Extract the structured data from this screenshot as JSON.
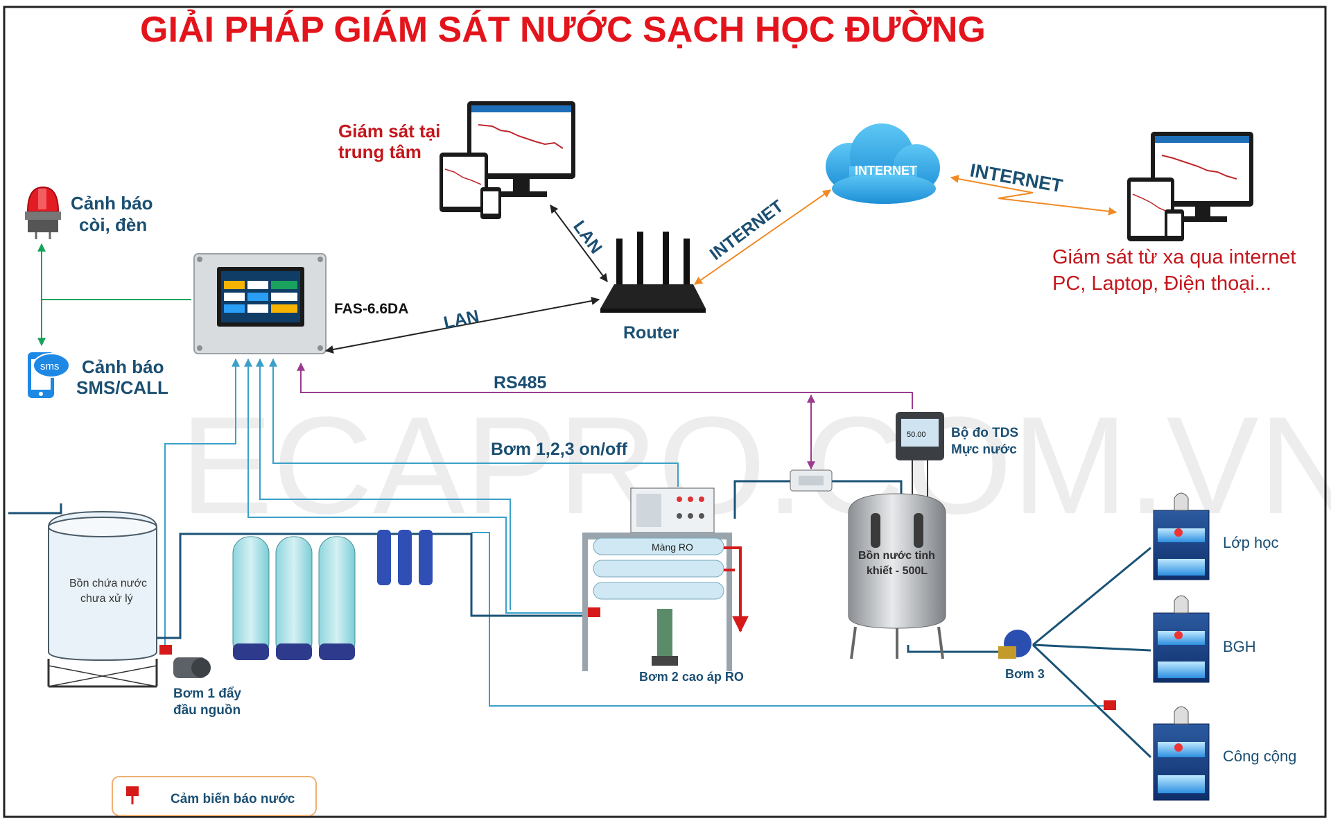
{
  "title": "GIẢI PHÁP GIÁM SÁT NƯỚC SẠCH HỌC ĐƯỜNG",
  "watermark": "ECAPRO.COM.VN",
  "alerts": {
    "siren": {
      "line1": "Cảnh báo",
      "line2": "còi, đèn"
    },
    "sms": {
      "line1": "Cảnh báo",
      "line2": "SMS/CALL",
      "icon_text": "sms"
    }
  },
  "monitoring": {
    "center": {
      "line1": "Giám sát tại",
      "line2": "trung tâm"
    },
    "remote": {
      "line1": "Giám sát từ xa qua internet",
      "line2": "PC, Laptop, Điện thoại..."
    }
  },
  "network": {
    "lan_top": "LAN",
    "lan_bottom": "LAN",
    "internet_diagonal": "INTERNET",
    "internet_right": "INTERNET",
    "cloud": "INTERNET",
    "rs485": "RS485"
  },
  "devices": {
    "controller": "FAS-6.6DA",
    "router": "Router",
    "raw_tank": {
      "line1": "Bồn chứa nước",
      "line2": "chưa xử lý"
    },
    "pump1": {
      "line1": "Bơm 1 đẩy",
      "line2": "đầu nguồn"
    },
    "ro_membrane": "Màng RO",
    "pump2": "Bơm 2 cao áp RO",
    "tds": {
      "line1": "Bộ đo TDS",
      "line2": "Mực nước",
      "display": "50.00"
    },
    "pure_tank": {
      "line1": "Bồn nước tinh",
      "line2": "khiết - 500L"
    },
    "pump3": "Bơm 3"
  },
  "labels": {
    "pump_control": "Bơm 1,2,3 on/off"
  },
  "rooms": [
    "Lớp học",
    "BGH",
    "Công cộng"
  ],
  "legend": {
    "leak_sensor": "Cảm biến báo nước"
  }
}
